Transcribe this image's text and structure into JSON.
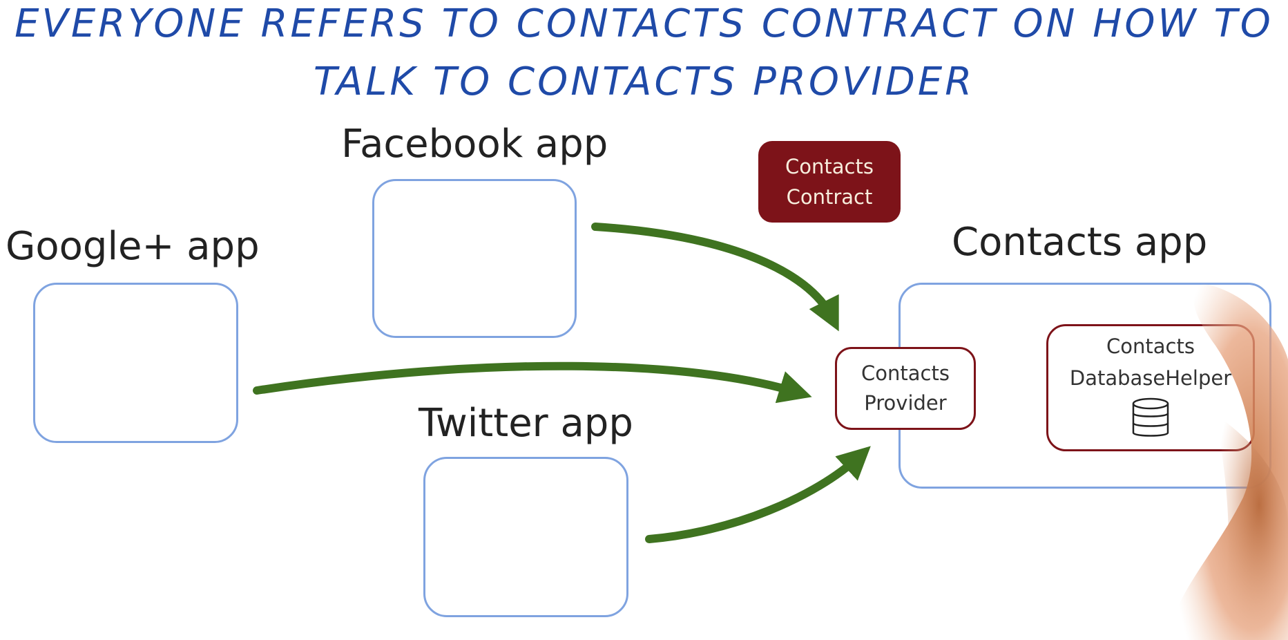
{
  "title": {
    "line1_before": "EVERYONE REFERS TO ",
    "line1_highlight": "CONTACTS CONTRACT",
    "line1_after": " ON HOW TO",
    "line2": "TALK TO CONTACTS PROVIDER"
  },
  "apps": {
    "facebook": "Facebook app",
    "google_plus": "Google+ app",
    "twitter": "Twitter app",
    "contacts": "Contacts app"
  },
  "contract": {
    "line1": "Contacts",
    "line2": "Contract"
  },
  "provider": {
    "line1": "Contacts",
    "line2": "Provider"
  },
  "helper": {
    "line1": "Contacts",
    "line2": "DatabaseHelper",
    "icon": "database-icon"
  },
  "colors": {
    "title_text": "#1f4aa8",
    "highlight": "#f2c61f",
    "app_box_border": "#7fa3e0",
    "arrow": "#3f7320",
    "contract_fill": "#7d1319",
    "component_border": "#7d1319"
  }
}
